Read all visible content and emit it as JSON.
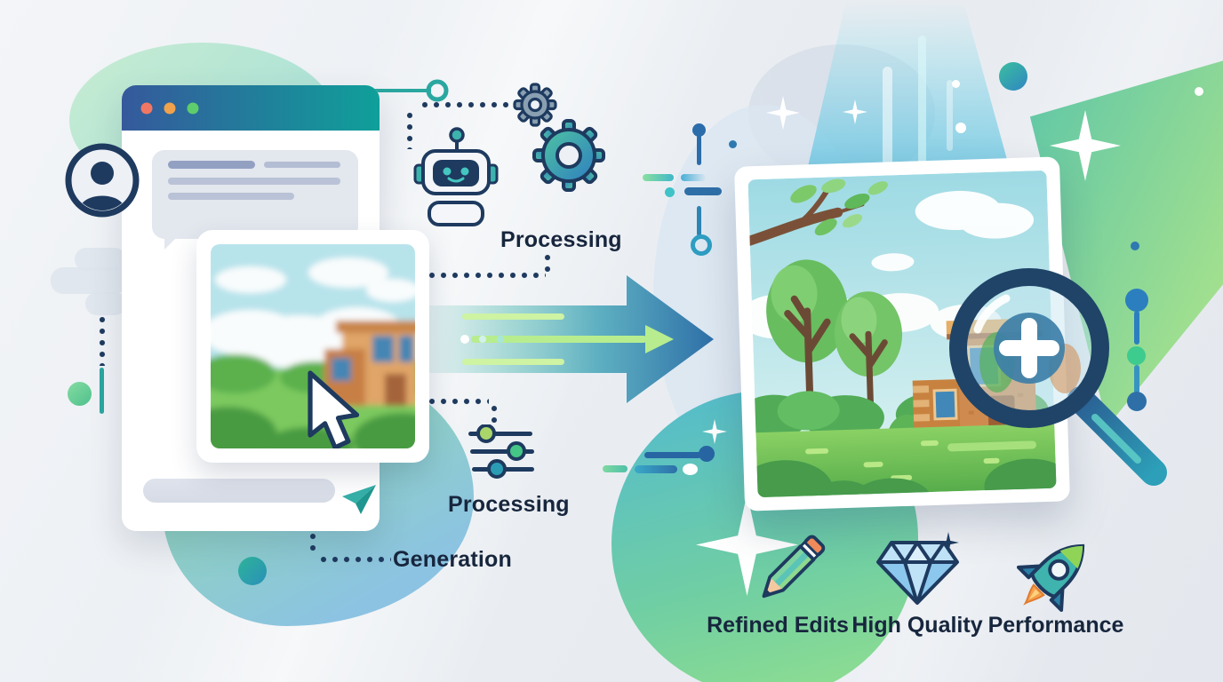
{
  "labels": {
    "processing_top": "Processing",
    "processing_bottom": "Processing",
    "generation": "Generation"
  },
  "features": [
    {
      "icon": "pencil-icon",
      "label": "Refined Edits"
    },
    {
      "icon": "diamond-icon",
      "label": "High Quality"
    },
    {
      "icon": "rocket-icon",
      "label": "Performance"
    }
  ],
  "chat_window": {
    "traffic_lights": [
      "#f07763",
      "#f0a24c",
      "#5ecd6b"
    ],
    "header_gradient": [
      "#35599c",
      "#0fa09a"
    ],
    "icons": [
      "user-avatar-icon",
      "chat-bubble",
      "image-thumbnail",
      "cursor-icon",
      "send-icon"
    ]
  },
  "pipeline": {
    "icons": [
      "robot-icon",
      "gear-icon",
      "arrow-icon",
      "sliders-icon"
    ],
    "arrow_colors": [
      "#7fd0c6",
      "#2e6fa8",
      "#b7ed8f"
    ]
  },
  "result_panel": {
    "icons": [
      "magnifier-plus-icon",
      "sparkle-icon"
    ]
  },
  "colors": {
    "text": "#17263d",
    "navy": "#1e3a5f",
    "teal": "#2aa7a0",
    "blue": "#2e6fa8",
    "green": "#7fd98f"
  }
}
